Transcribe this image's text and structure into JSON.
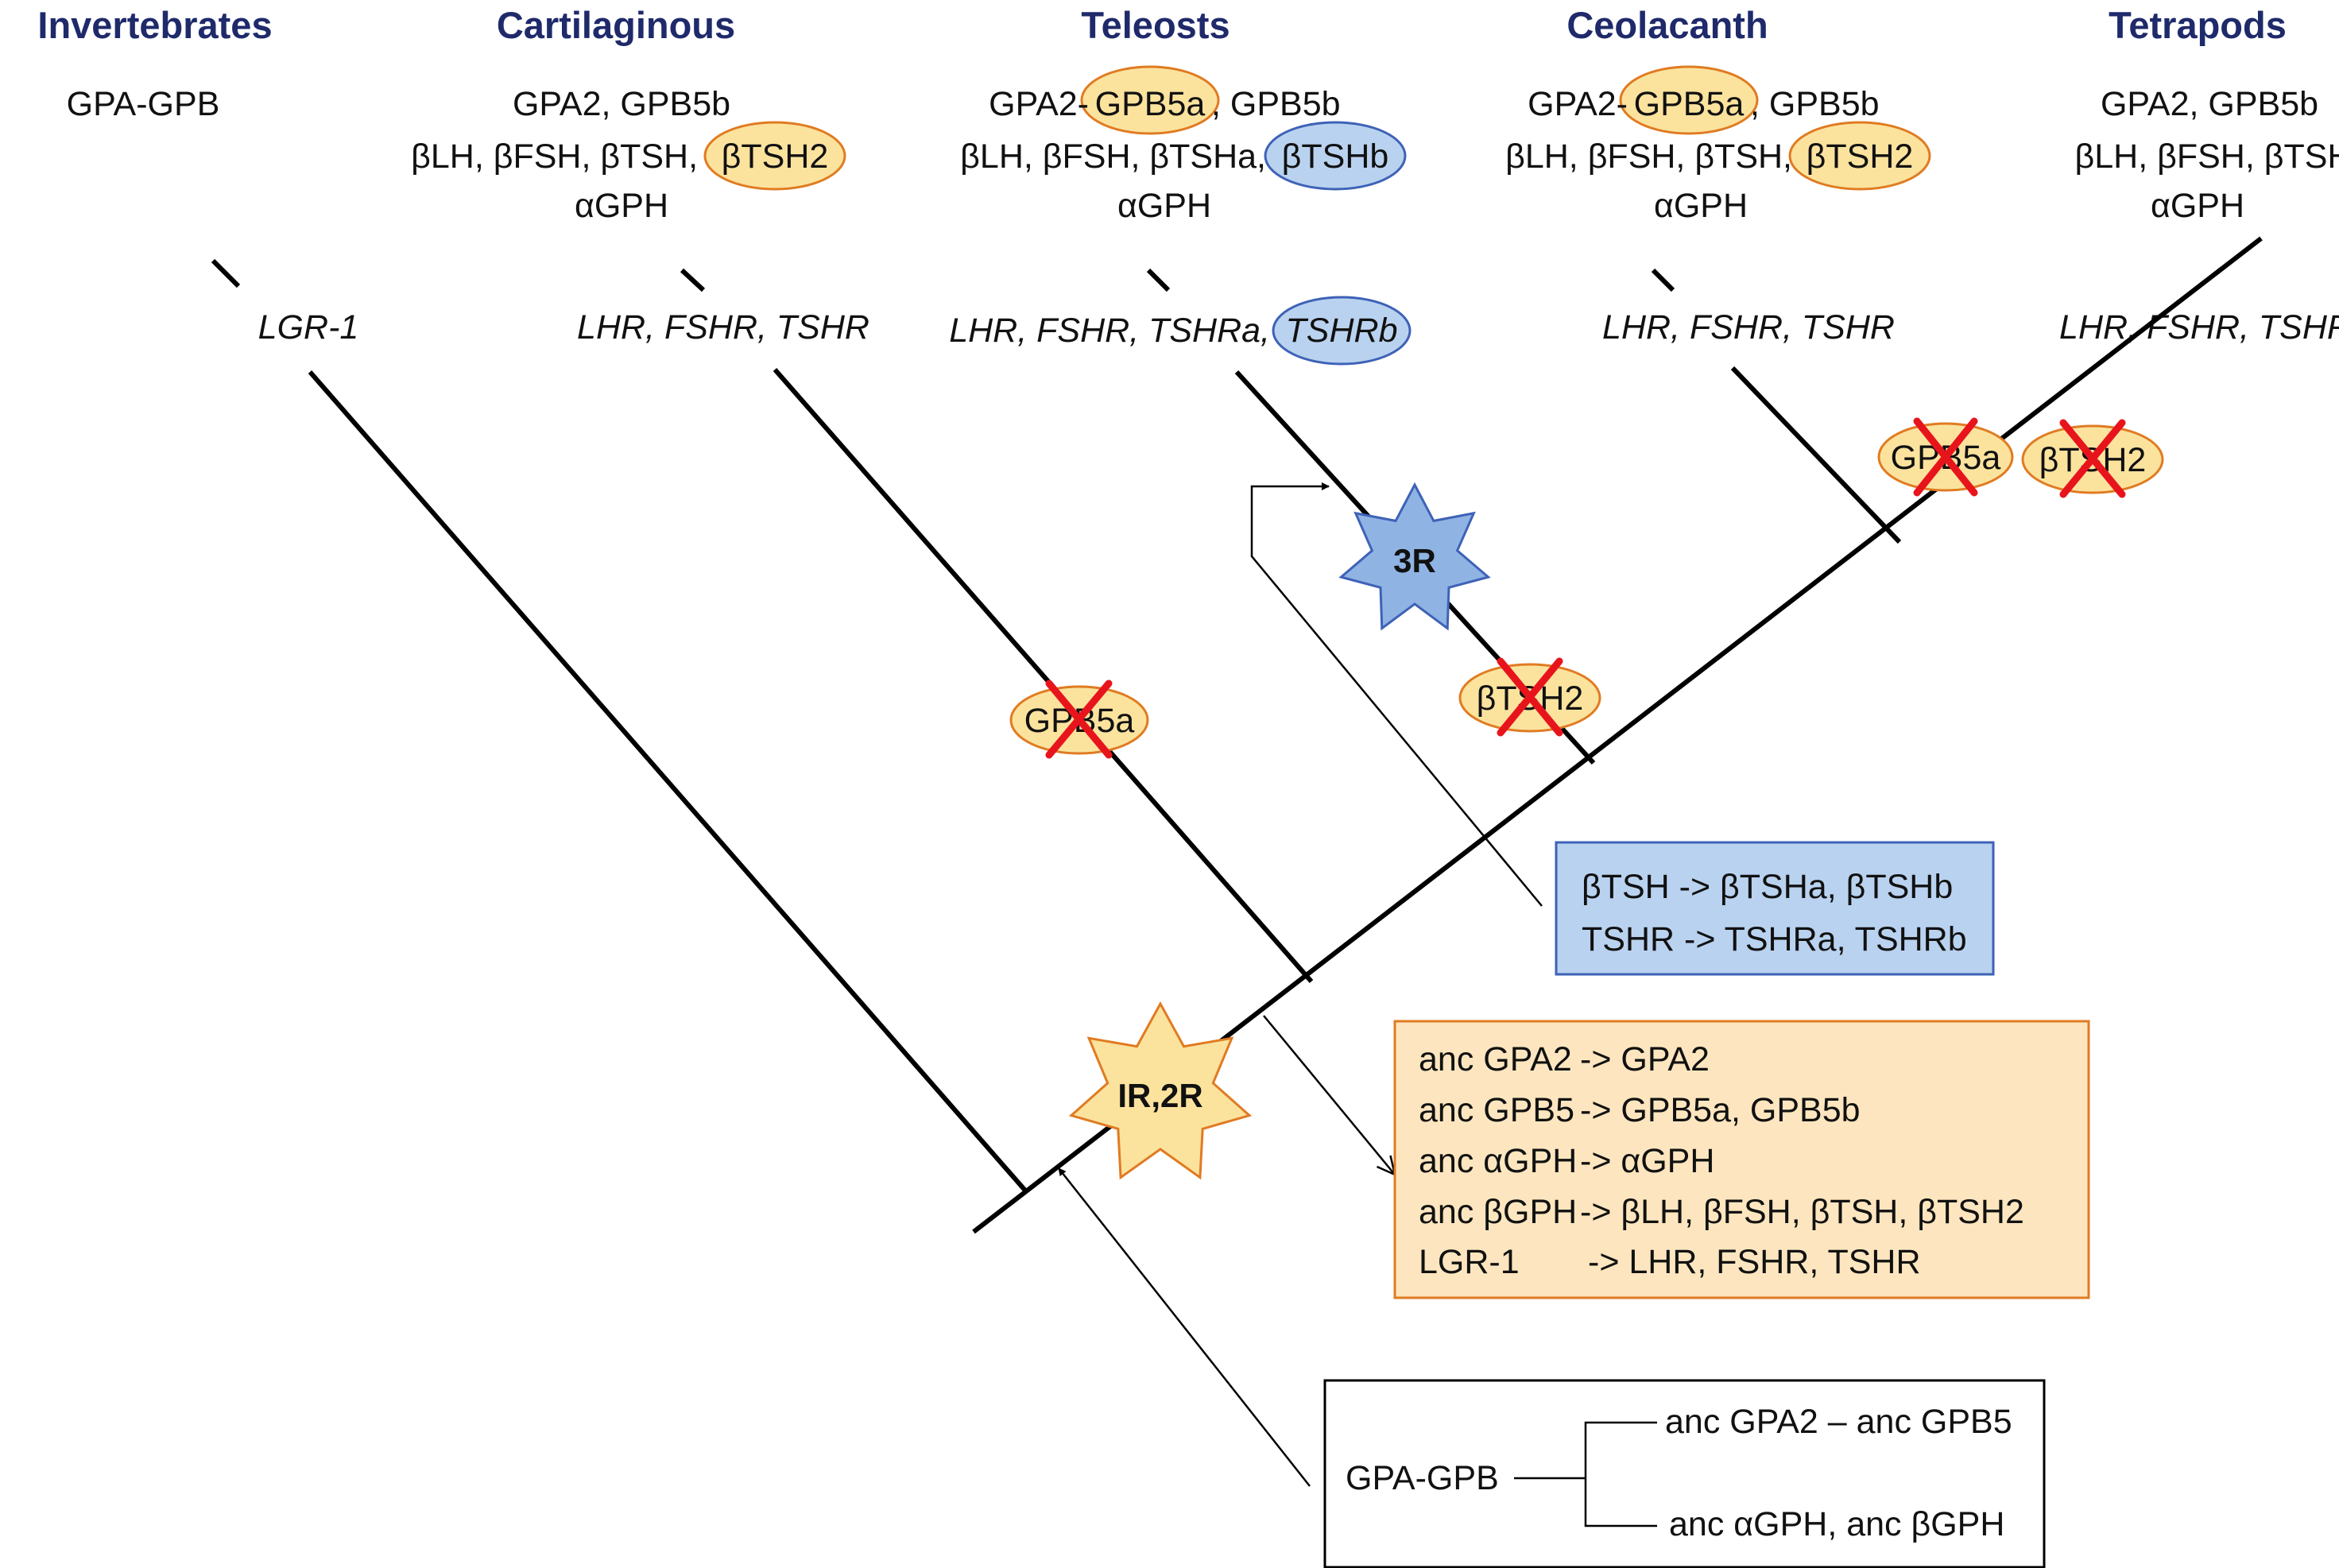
{
  "colors": {
    "title": "#1f2a6b",
    "yellow_fill": "#fbe39e",
    "orange_stroke": "#e07b22",
    "blue_fill": "#b9d2ef",
    "blue_stroke": "#3e62b7",
    "star_blue": "#8fb4e3",
    "star_yellow": "#fbe39e",
    "box_orange": "#fde6bf",
    "cross_red": "#e8141c"
  },
  "taxa": [
    {
      "title": "Invertebrates",
      "hormones": [
        "GPA-GPB"
      ],
      "receptors": "LGR-1"
    },
    {
      "title": "Cartilaginous",
      "line1": "GPA2, GPB5b",
      "line2_prefix": "βLH, βFSH, βTSH, ",
      "line2_badge": "βTSH2",
      "line3": "αGPH",
      "receptors": "LHR, FSHR, TSHR"
    },
    {
      "title": "Teleosts",
      "line1_prefix": "GPA2-",
      "line1_badge": "GPB5a",
      "line1_suffix": ", GPB5b",
      "line2_prefix": "βLH, βFSH, βTSHa, ",
      "line2_badge": "βTSHb",
      "line3": "αGPH",
      "receptors_prefix": "LHR, FSHR, TSHRa, ",
      "receptors_badge": "TSHRb"
    },
    {
      "title": "Ceolacanth",
      "line1_prefix": "GPA2-",
      "line1_badge": "GPB5a",
      "line1_suffix": ", GPB5b",
      "line2_prefix": "βLH, βFSH, βTSH, ",
      "line2_badge": "βTSH2",
      "line3": "αGPH",
      "receptors": "LHR, FSHR, TSHR"
    },
    {
      "title": "Tetrapods",
      "line1": "GPA2, GPB5b",
      "line2": "βLH, βFSH, βTSH",
      "line3": "αGPH",
      "receptors": "LHR, FSHR, TSHR"
    }
  ],
  "losses": {
    "cartilaginous": "GPB5a",
    "teleost": "βTSH2",
    "tetrapod_a": "GPB5a",
    "tetrapod_b": "βTSH2"
  },
  "events": {
    "teleost_wgd": "3R",
    "vertebrate_wgd": "IR,2R"
  },
  "blue_box": {
    "lines": [
      "βTSH -> βTSHa, βTSHb",
      "TSHR -> TSHRa, TSHRb"
    ]
  },
  "orange_box": {
    "rows": [
      {
        "left": "anc GPA2",
        "right": "-> GPA2"
      },
      {
        "left": "anc GPB5",
        "right": "-> GPB5a, GPB5b"
      },
      {
        "left": "anc αGPH",
        "right": "-> αGPH"
      },
      {
        "left": "anc βGPH",
        "right": "-> βLH, βFSH, βTSH, βTSH2"
      },
      {
        "left": "LGR-1",
        "right": "-> LHR, FSHR, TSHR"
      }
    ]
  },
  "ancestor_box": {
    "root": "GPA-GPB",
    "upper": "anc GPA2 – anc GPB5",
    "lower": "anc αGPH, anc βGPH"
  }
}
